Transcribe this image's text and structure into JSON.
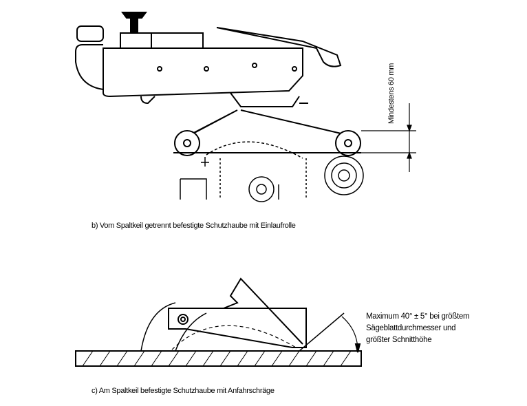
{
  "figure_b": {
    "caption": "b) Vom Spaltkeil getrennt befestigte Schutzhaube mit Einlaufrolle",
    "dimension_label": "Mindestens 60 mm"
  },
  "figure_c": {
    "caption": "c) Am Spaltkeil befestigte Schutzhaube mit Anfahrschräge",
    "annotation_lines": [
      "Maximum 40° ± 5° bei größtem",
      "Sägeblattdurchmesser und",
      "größter Schnitthöhe"
    ]
  }
}
